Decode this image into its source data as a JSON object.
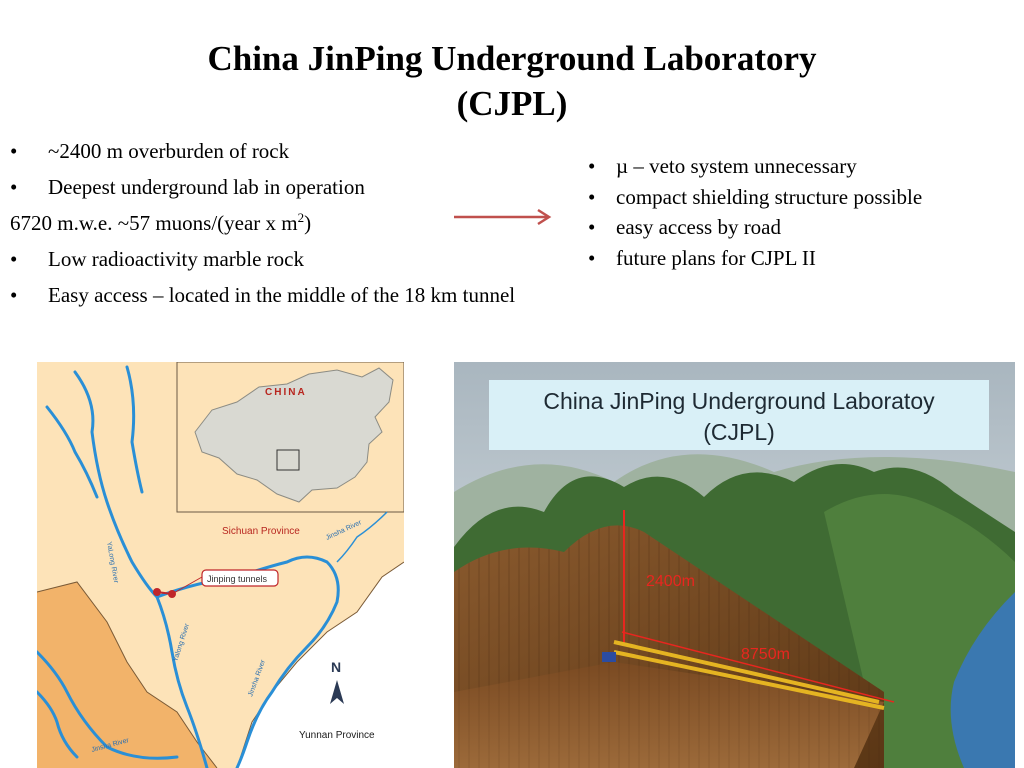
{
  "slide": {
    "title_line1": "China JinPing Underground Laboratory",
    "title_line2": "(CJPL)"
  },
  "left_points": [
    {
      "bullet": true,
      "text": "~2400 m overburden of rock"
    },
    {
      "bullet": true,
      "text": "Deepest underground lab in operation"
    },
    {
      "bullet": false,
      "text": "6720 m.w.e. ~57 muons/(year x m",
      "sup": "2",
      "after": ")"
    },
    {
      "bullet": true,
      "text": "Low radioactivity marble rock"
    },
    {
      "bullet": true,
      "text": "Easy access – located in the middle of the 18 km tunnel"
    }
  ],
  "right_points": [
    "µ – veto system unnecessary",
    "compact shielding structure possible",
    "easy access by road",
    "future plans for CJPL II"
  ],
  "bullet_char": "•",
  "map": {
    "country_label": "CHINA",
    "sichuan_label": "Sichuan Province",
    "yunnan_label": "Yunnan Province",
    "jinsha_label_top": "Jinsha River",
    "jinsha_label_bottom": "Jinsha River",
    "yalong_label_top": "YaLong River",
    "yalong_label_mid": "Yalong River",
    "jinsha_label_right": "Jinsha River",
    "tunnels_label": "Jinping tunnels",
    "north_label": "N"
  },
  "photo": {
    "banner_line1": "China JinPing Underground Laboratoy",
    "banner_line2": "(CJPL)",
    "depth_label": "2400m",
    "length_label": "8750m"
  },
  "colors": {
    "arrow": "#c0504d",
    "map_land": "#fde3b8",
    "map_yunnan": "#f2b36a",
    "river": "#2a8fd6",
    "banner": "#d9f0f7",
    "annotation_red": "#e8261f"
  }
}
